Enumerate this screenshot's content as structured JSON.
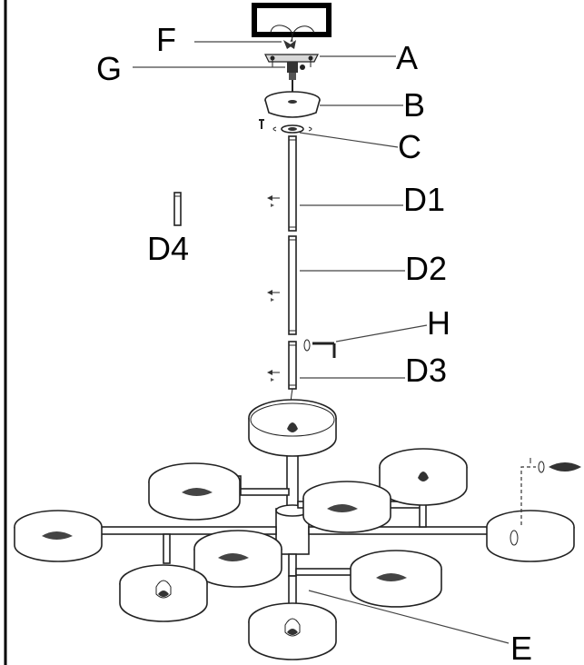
{
  "labels": {
    "A": "A",
    "B": "B",
    "C": "C",
    "D1": "D1",
    "D2": "D2",
    "D3": "D3",
    "D4": "D4",
    "E": "E",
    "F": "F",
    "G": "G",
    "H": "H"
  }
}
